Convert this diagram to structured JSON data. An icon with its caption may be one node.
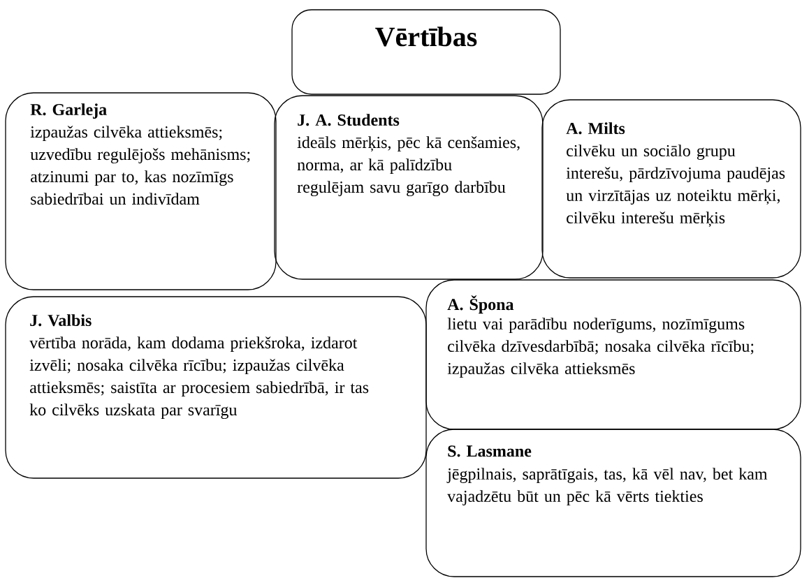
{
  "diagram": {
    "nodes": [
      {
        "text": [
          "Vērtības"
        ]
      },
      {
        "text": [
          "R. Garleja",
          "izpaužas cilvēka attieksmēs; uzvedību regulējošs mehānisms; atzinumi par to, kas nozīmīgs sabiedrībai un indivīdam"
        ]
      },
      {
        "text": [
          "J. A. Students",
          "ideāls mērķis, pēc kā cenšamies, norma, ar kā palīdzību regulējam savu garīgo darbību"
        ]
      },
      {
        "text": [
          "A. Milts",
          "cilvēku un sociālo grupu interešu, pārdzīvojuma paudējas un virzītājas uz noteiktu mērķi, cilvēku interešu mērķis"
        ]
      },
      {
        "text": [
          "J. Valbis",
          "vērtība norāda, kam dodama priekšroka, izdarot izvēli; nosaka cilvēka rīcību; izpaužas cilvēka attieksmēs; saistīta ar procesiem sabiedrībā, ir tas ko cilvēks uzskata par svarīgu"
        ]
      },
      {
        "text": [
          "A. Špona",
          "lietu vai parādību noderīgums, nozīmīgums cilvēka dzīvesdarbībā; nosaka cilvēka rīcību; izpaužas cilvēka attieksmēs"
        ]
      },
      {
        "text": [
          "S. Lasmane",
          "jēgpilnais, saprātīgais, tas, kā vēl nav, bet kam vajadzētu būt un pēc kā vērts tiekties"
        ]
      }
    ]
  }
}
